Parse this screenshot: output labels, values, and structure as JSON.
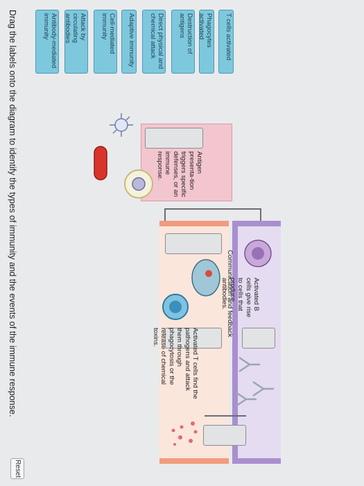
{
  "instructions": "Drag the labels onto the diagram to identify the types of immunity and the events of the immune response.",
  "reset_label": "Reset",
  "labels": [
    "Antibody-mediated immunity",
    "Attack by circulating antibodies",
    "Cell-mediated immunity",
    "Adaptive immunity",
    "Direct physical and chemical attack",
    "Destruction of antigens",
    "Phagocytes activated",
    "T cells activated"
  ],
  "diagram": {
    "antigen_text": "Antigen presenta-tion triggers specific defenses, or an immune response.",
    "communication_text": "Communication and feedback",
    "t_cell_text": "Activated T cells find the pathogens and attack them through phagocytosis or the release of chemical toxins.",
    "b_cell_text": "Activated B cells give rise to cells that produce antibodies."
  },
  "colors": {
    "label_bg": "#7ec8de",
    "t_cell_band": "#f29b7e",
    "b_cell_band": "#a98fcf",
    "antigen_box": "#f3c6cf"
  }
}
